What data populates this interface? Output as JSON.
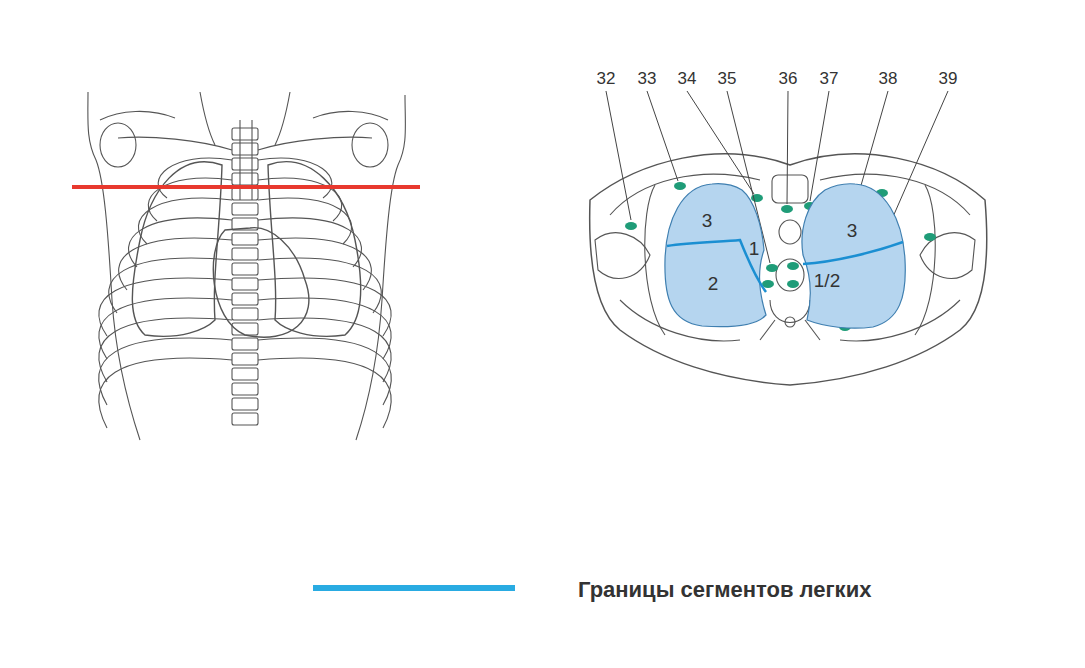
{
  "diagram": {
    "nodes": [
      {
        "text": [
          "3",
          "2",
          "1"
        ]
      },
      {
        "text": [
          "3",
          "1/2"
        ]
      }
    ],
    "labels": [
      "32",
      "33",
      "34",
      "35",
      "36",
      "37",
      "38",
      "39"
    ],
    "legend": [
      {
        "text": "Границы сегментов легких"
      }
    ]
  }
}
